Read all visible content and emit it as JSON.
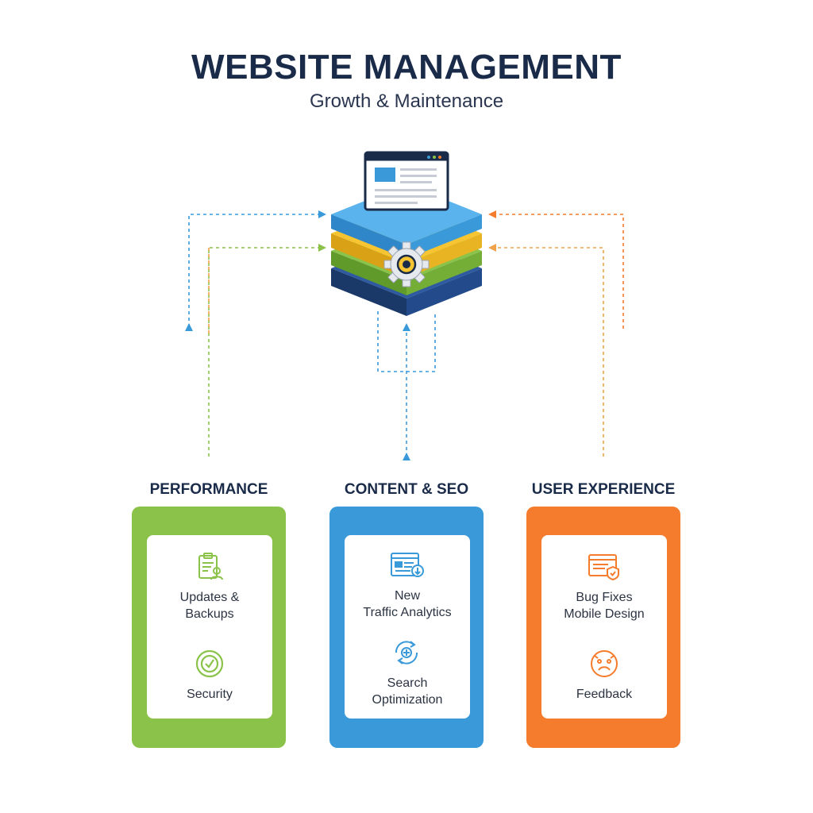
{
  "title": "WEBSITE MANAGEMENT",
  "subtitle": "Growth & Maintenance",
  "colors": {
    "navy": "#1a2b49",
    "green": "#8bc34a",
    "blue": "#3a9ad9",
    "orange": "#f47c2c",
    "yellow": "#f7c531",
    "dark_blue": "#1f3f7a"
  },
  "columns": [
    {
      "heading": "PERFORMANCE",
      "color": "#8bc34a",
      "items": [
        {
          "icon": "clipboard-user-icon",
          "label": "Updates &\nBackups"
        },
        {
          "icon": "shield-check-icon",
          "label": "Security"
        }
      ]
    },
    {
      "heading": "CONTENT & SEO",
      "color": "#3a9ad9",
      "items": [
        {
          "icon": "browser-analytics-icon",
          "label": "New\nTraffic Analytics"
        },
        {
          "icon": "search-refresh-icon",
          "label": "Search\nOptimization"
        }
      ]
    },
    {
      "heading": "USER EXPERIENCE",
      "color": "#f47c2c",
      "items": [
        {
          "icon": "browser-shield-icon",
          "label": "Bug Fixes\nMobile Design"
        },
        {
          "icon": "feedback-face-icon",
          "label": "Feedback"
        }
      ]
    }
  ]
}
